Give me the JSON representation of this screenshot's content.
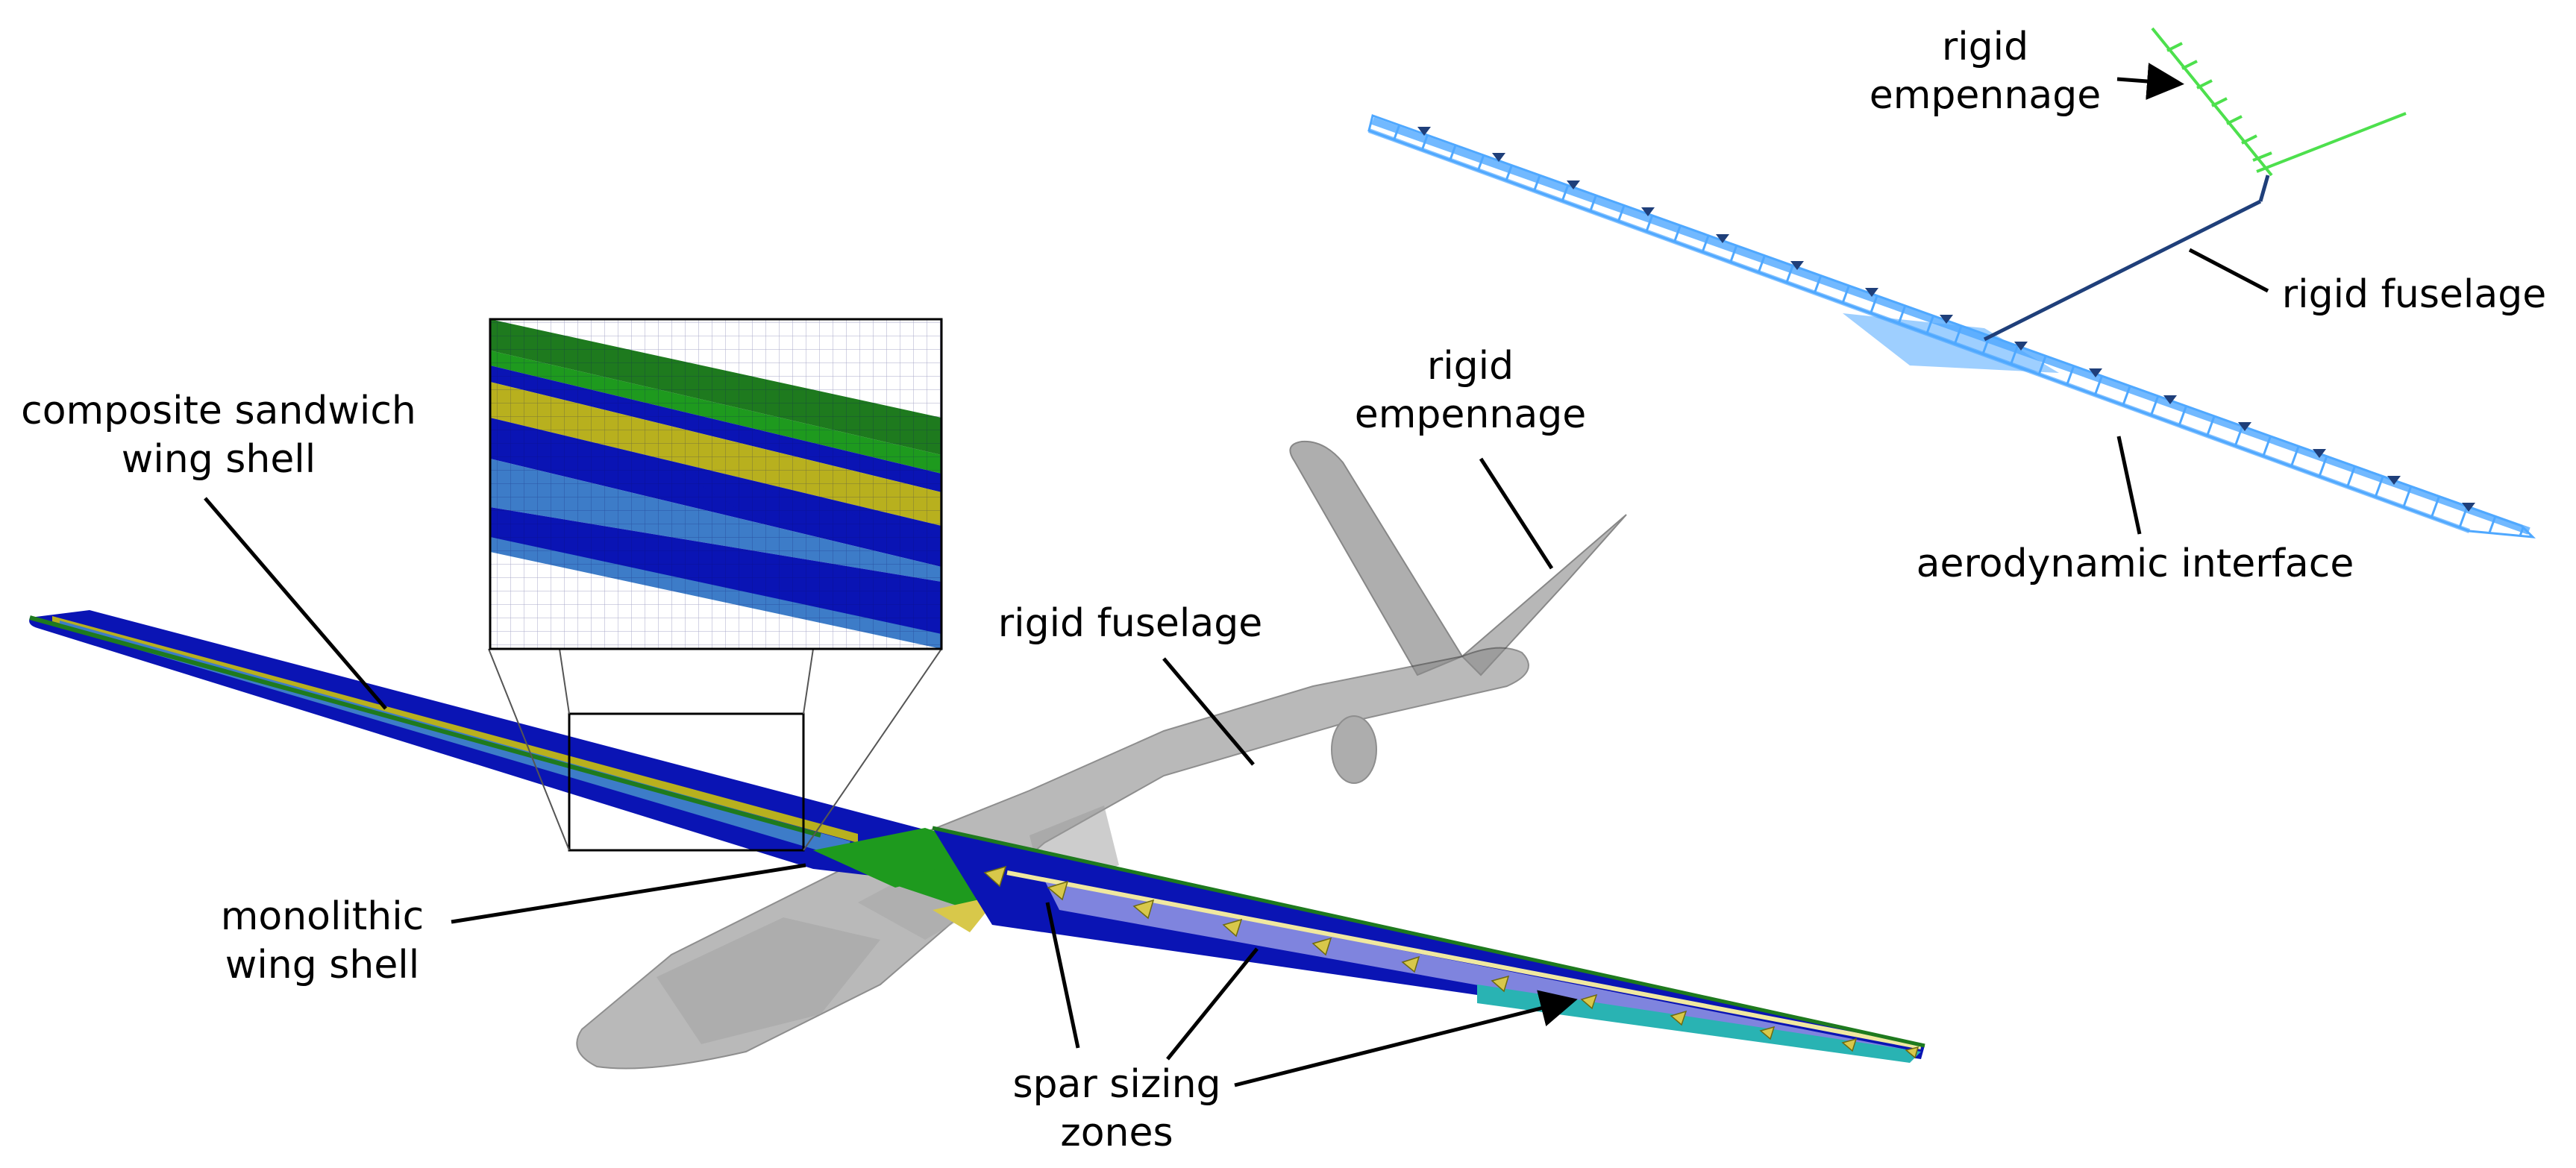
{
  "labels": {
    "sandwich_1": "composite sandwich",
    "sandwich_2": "wing shell",
    "monolithic_1": "monolithic",
    "monolithic_2": "wing shell",
    "spar_1": "spar sizing",
    "spar_2": "zones",
    "fuselage_left": "rigid fuselage",
    "empennage_left_1": "rigid",
    "empennage_left_2": "empennage",
    "empennage_right_1": "rigid",
    "empennage_right_2": "empennage",
    "fuselage_right": "rigid fuselage",
    "aero_interface": "aerodynamic interface"
  },
  "colors": {
    "wing_blue": "#0a14b4",
    "skin_yellow": "#b8b01e",
    "skin_green": "#1e9a1e",
    "skin_teal": "#29b3b3",
    "mesh_light": "#4fa8ff",
    "tail_green": "#4de04d",
    "fuselage_dark": "#1f3f7a",
    "fuselage_gray": "#8c8c8c"
  }
}
